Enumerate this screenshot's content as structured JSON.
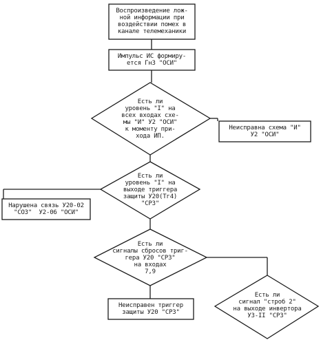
{
  "nodes": {
    "start_box": {
      "text": "Воспроизведение лож-\nной информации при\nвоздействии помех в\nканале телемеханики"
    },
    "impulse_box": {
      "text": "Импульс ИС формиру-\nется Гн3 \"ОСИ\""
    },
    "decision_1": {
      "text": "Есть ли\nуровень \"I\" на\nвсех входах схе-\nмы \"И\" У2 \"ОСИ\"\nк моменту при-\nхода ИП."
    },
    "fault_box_1": {
      "text": "Неисправна схема \"И\"\nУ2 \"ОСИ\""
    },
    "decision_2": {
      "text": "Есть ли\nуровень \"I\" на\nвыходе триггера\nзащиты У20(Тг4)\n\"СРЗ\""
    },
    "fault_box_2": {
      "text": "Нарушена связь У20-02\n\"СОЗ\"  У2-06 \"ОСИ\""
    },
    "decision_3": {
      "text": "Есть ли\nсигналы сбросов триг-\nгера У20 \"СРЗ\"\nна входах\n7,9"
    },
    "fault_box_3": {
      "text": "Неисправен триггер\nзащиты У20 \"СРЗ\""
    },
    "decision_4": {
      "text": "Есть ли\nсигнал \"строб 2\"\nна выходе инвертора\nУ3-II \"СРЗ\""
    }
  }
}
